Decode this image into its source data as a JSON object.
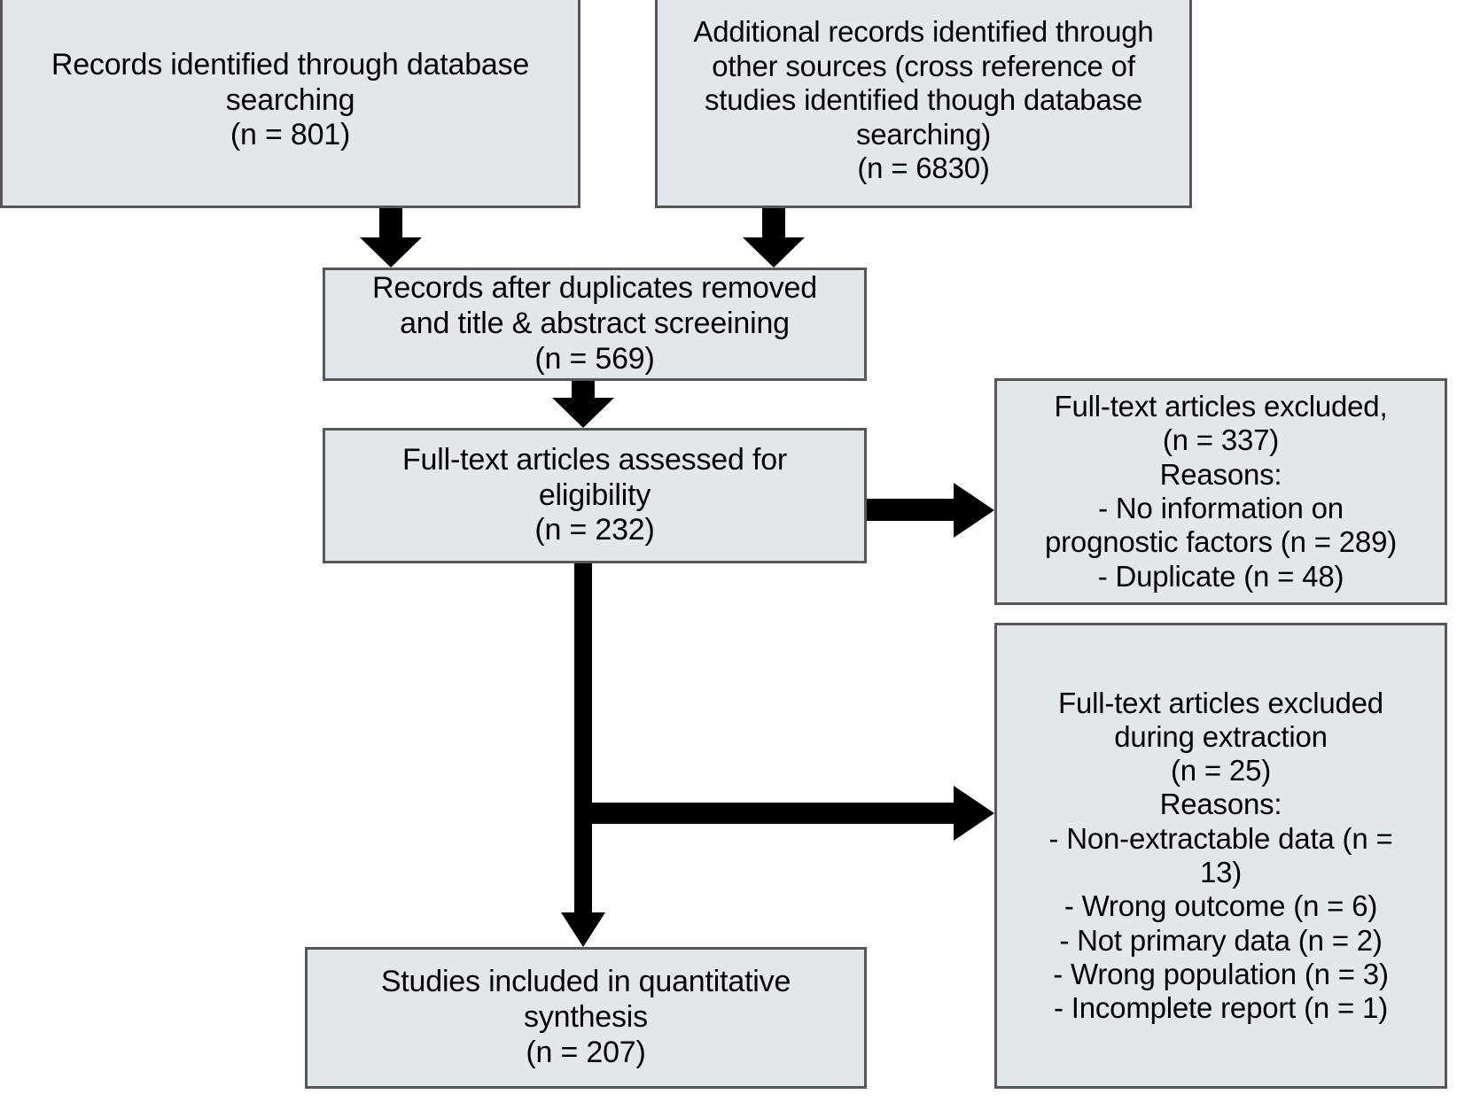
{
  "diagram": {
    "type": "prisma-flow-diagram",
    "colors": {
      "box_fill": "#e2e7ea",
      "box_border": "#575757",
      "arrow": "#000000",
      "text": "#000000",
      "background": "#ffffff"
    },
    "boxes": {
      "database_search": {
        "name": "records-identified-database-searching",
        "text": "Records identified through database\nsearching\n(n = 801)",
        "count": 801
      },
      "other_sources": {
        "name": "additional-records-other-sources",
        "text": "Additional records identified through\nother sources (cross reference of\nstudies identified though database\nsearching)\n(n = 6830)",
        "count": 6830
      },
      "after_duplicates": {
        "name": "records-after-duplicates-removed",
        "text": "Records after duplicates removed\nand title & abstract screeining\n(n = 569)",
        "count": 569
      },
      "fulltext_assessed": {
        "name": "full-text-articles-assessed-eligibility",
        "text": "Full-text articles assessed for\neligibility\n(n =  232)",
        "count": 232
      },
      "included": {
        "name": "studies-included-quantitative-synthesis",
        "text": "Studies included in quantitative\nsynthesis\n(n =  207)",
        "count": 207
      },
      "excluded_eligibility": {
        "name": "full-text-articles-excluded",
        "text": "Full-text articles excluded,\n(n = 337)\nReasons:\n- No information on\nprognostic factors (n = 289)\n- Duplicate (n = 48)",
        "count": 337,
        "reasons": [
          {
            "label": "No information on prognostic factors",
            "count": 289
          },
          {
            "label": "Duplicate",
            "count": 48
          }
        ]
      },
      "excluded_extraction": {
        "name": "full-text-articles-excluded-during-extraction",
        "text": "Full-text articles excluded\nduring extraction\n(n = 25)\nReasons:\n- Non-extractable data (n =\n13)\n- Wrong outcome (n = 6)\n- Not primary data (n = 2)\n- Wrong population (n = 3)\n- Incomplete report (n = 1)",
        "count": 25,
        "reasons": [
          {
            "label": "Non-extractable data",
            "count": 13
          },
          {
            "label": "Wrong outcome",
            "count": 6
          },
          {
            "label": "Not primary data",
            "count": 2
          },
          {
            "label": "Wrong population",
            "count": 3
          },
          {
            "label": "Incomplete report",
            "count": 1
          }
        ]
      }
    },
    "connectors": [
      {
        "name": "arrow-db-search-to-dedup",
        "from": "database_search",
        "to": "after_duplicates",
        "direction": "down"
      },
      {
        "name": "arrow-other-sources-to-dedup",
        "from": "other_sources",
        "to": "after_duplicates",
        "direction": "down"
      },
      {
        "name": "arrow-dedup-to-fulltext",
        "from": "after_duplicates",
        "to": "fulltext_assessed",
        "direction": "down"
      },
      {
        "name": "arrow-fulltext-to-excluded-eligibility",
        "from": "fulltext_assessed",
        "to": "excluded_eligibility",
        "direction": "right"
      },
      {
        "name": "arrow-fulltext-to-excluded-extraction",
        "from": "fulltext_assessed",
        "to": "excluded_extraction",
        "direction": "elbow-right"
      },
      {
        "name": "arrow-fulltext-to-included",
        "from": "fulltext_assessed",
        "to": "included",
        "direction": "down"
      }
    ]
  }
}
